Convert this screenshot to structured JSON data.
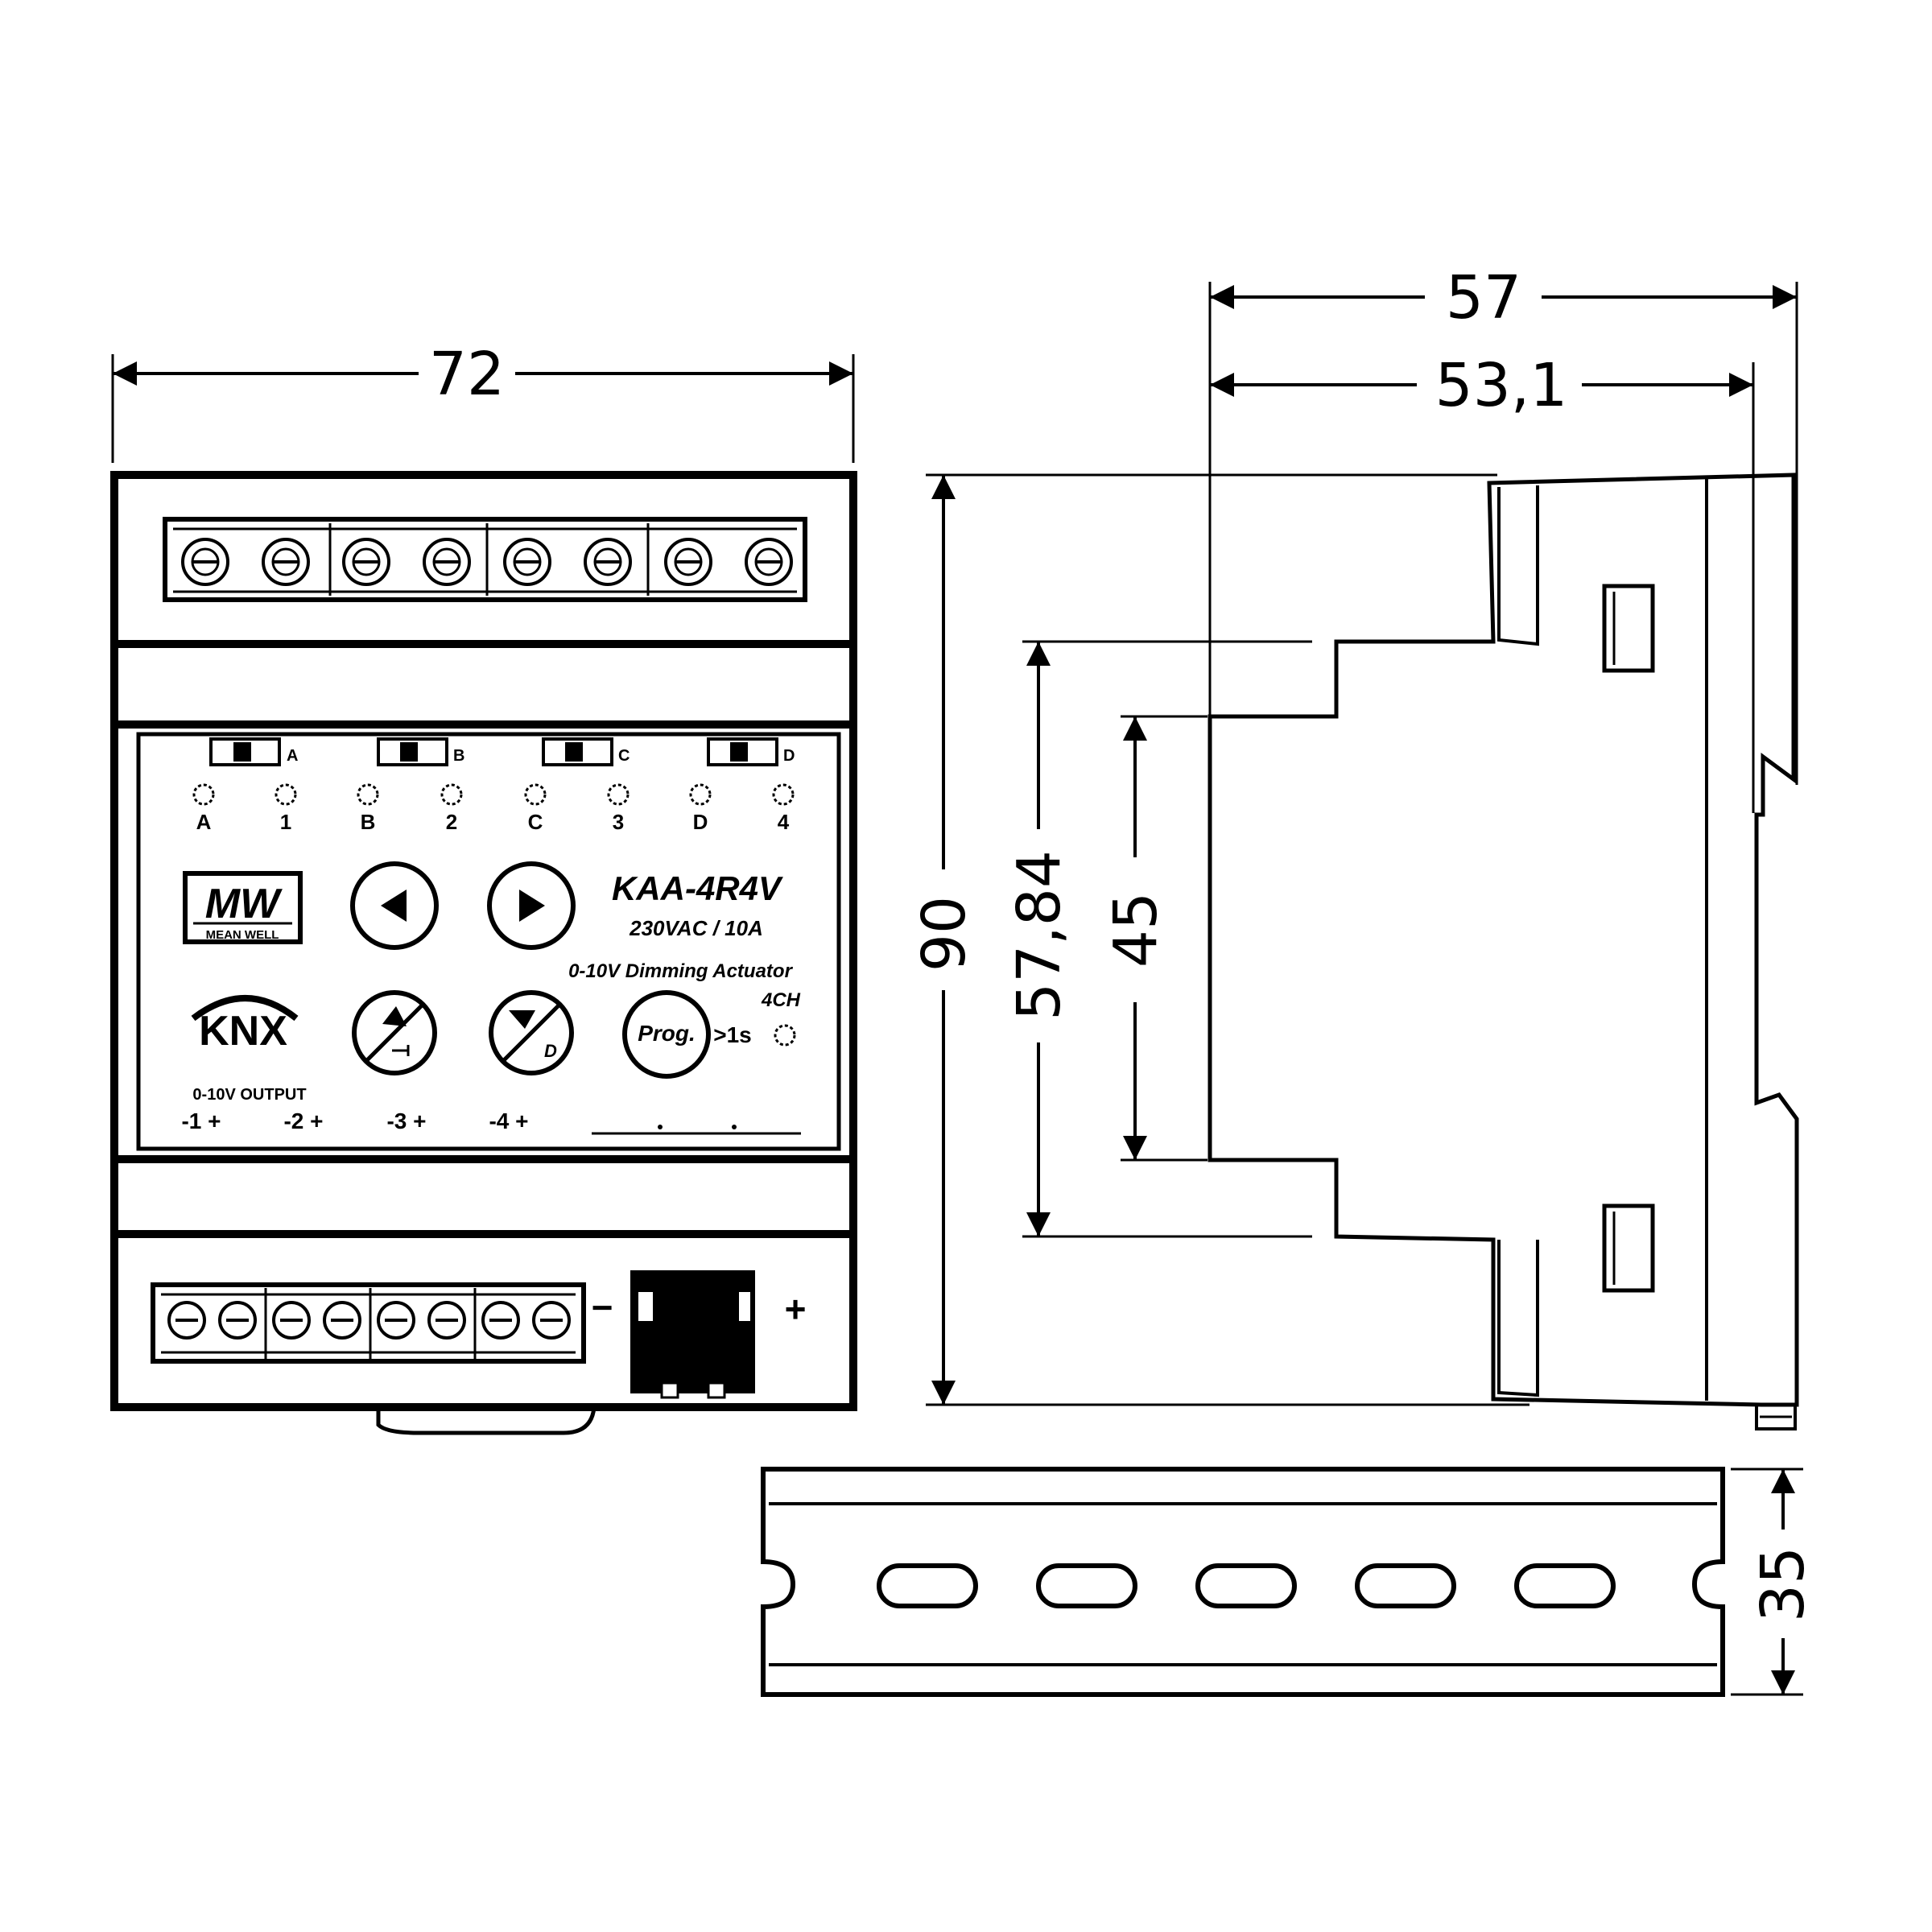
{
  "dimensions": {
    "front_width": "72",
    "side_depth_total": "57",
    "side_depth_body": "53,1",
    "height": "90",
    "inner_height": "57,84",
    "front_panel_height": "45",
    "rail_height": "35"
  },
  "front_panel": {
    "indicator_letters_top": [
      "A",
      "B",
      "C",
      "D"
    ],
    "led_labels": [
      "A",
      "1",
      "B",
      "2",
      "C",
      "3",
      "D",
      "4"
    ],
    "brand_logo": "MW",
    "brand_subtext": "MEAN WELL",
    "knx_logo": "KNX",
    "model": "KAA-4R4V",
    "rating": "230VAC / 10A",
    "description": "0-10V Dimming Actuator",
    "channels": "4CH",
    "prog_button": "Prog.",
    "prog_hint": ">1s",
    "output_title": "0-10V OUTPUT",
    "outputs": [
      "-1 +",
      "-2 +",
      "-3 +",
      "-4 +"
    ]
  },
  "bottom_terminal": {
    "minus": "−",
    "plus": "+"
  },
  "colors": {
    "line": "#000000",
    "background": "#ffffff"
  }
}
